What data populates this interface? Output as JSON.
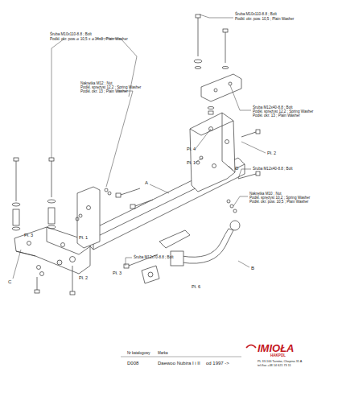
{
  "diagram": {
    "labels": [
      "Śruba M10x110-8.8 ; Bolt",
      "Podkł. okr. pow. ⌀ 10,5 x ⌀ 34x3 ; Plain Washer",
      "Nakrętka M12 ; Nut",
      "Podkł. sprężyst 12,2 ; Spring Washer",
      "Podkł. okr. 13 ; Plain Washer",
      "Śruba M10x110-8.8 ; Bolt",
      "Podkł. okr. pow. 10,5 ; Plain Washer",
      "Śruba M12x40-8.8 ; Bolt",
      "Podkł. sprężyst 12,2 ; Spring Washer",
      "Podkł. okr. 13 ; Plain Washer",
      "Śruba M12x40-8.8 ; Bolt",
      "Nakrętka M10 ; Nut",
      "Podkł. sprężyst 10,2 ; Spring Washer",
      "Podkł. okr. pow. 10,5 ; Plain Washer",
      "Śruba M12x70-8.8 ; Bolt",
      "Pł. 4",
      "Pł. 1",
      "Pł. 2",
      "Pł. 3",
      "Pł. 1",
      "Pł. 2",
      "Pł. 3",
      "Pł. 6",
      "A",
      "B",
      "C",
      "D",
      "Nr katalogowy",
      "Marka",
      "D008",
      "Daewoo Nubira I i II",
      "od 1997 ->",
      "IMIOŁA",
      "HAKPOL",
      "PL 33-100 Tarnów, Chopina 31 A",
      "tel./fax +48 14 621 73 11"
    ]
  }
}
